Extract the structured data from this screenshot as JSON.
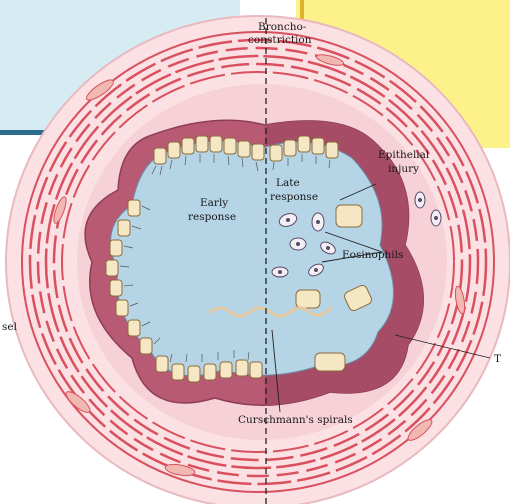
{
  "labels": {
    "bronchoconstriction_1": "Broncho-",
    "bronchoconstriction_2": "constriction",
    "epithelial_1": "Epithelial",
    "epithelial_2": "injury",
    "early_1": "Early",
    "early_2": "response",
    "late_1": "Late",
    "late_2": "response",
    "eosinophils": "Eosinophils",
    "curschmann": "Curschmann's spirals",
    "vessel_fragment": "sel",
    "t_fragment": "T"
  },
  "colors": {
    "panel_blue": "#d6ecf3",
    "panel_yellow": "#fdf28a",
    "panel_border": "#2c6d8f",
    "outer_wall": "#fbe1e4",
    "muscle_band": "#d9505f",
    "submucosa": "#f6d2d8",
    "mucosa": "#b85a73",
    "lumen": "#b5d4e6",
    "epithelium": "#f6e7c4"
  }
}
